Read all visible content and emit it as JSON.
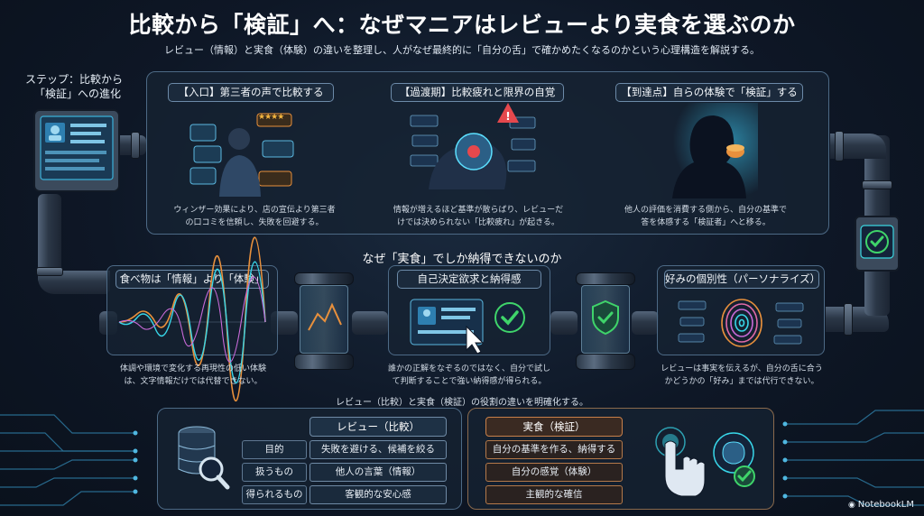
{
  "title": "比較から「検証」へ：なぜマニアはレビューより実食を選ぶのか",
  "subtitle": "レビュー（情報）と実食（体験）の違いを整理し、人がなぜ最終的に「自分の舌」で確かめたくなるのかという心理構造を解説する。",
  "side_label_lines": [
    "ステップ：比較から",
    "「検証」への進化"
  ],
  "steps": [
    {
      "title": "【入口】第三者の声で比較する",
      "desc_lines": [
        "ウィンザー効果により、店の宣伝より第三者",
        "の口コミを信頼し、失敗を回避する。"
      ]
    },
    {
      "title": "【過渡期】比較疲れと限界の自覚",
      "desc_lines": [
        "情報が増えるほど基準が散らばり、レビューだ",
        "けでは決められない「比較疲れ」が起きる。"
      ]
    },
    {
      "title": "【到達点】自らの体験で「検証」する",
      "desc_lines": [
        "他人の評価を消費する側から、自分の基準で",
        "答を体感する「検証者」へと移る。"
      ]
    }
  ],
  "why_heading": "なぜ「実食」でしか納得できないのか",
  "reasons": [
    {
      "title": "食べ物は「情報」より「体験」",
      "desc_lines": [
        "体調や環境で変化する再現性の低い体験",
        "は、文字情報だけでは代替できない。"
      ]
    },
    {
      "title": "自己決定欲求と納得感",
      "desc_lines": [
        "誰かの正解をなぞるのではなく、自分で試し",
        "て判断することで強い納得感が得られる。"
      ]
    },
    {
      "title": "好みの個別性（パーソナライズ）",
      "desc_lines": [
        "レビューは事実を伝えるが、自分の舌に合う",
        "かどうかの「好み」までは代行できない。"
      ]
    }
  ],
  "compare_heading": "レビュー（比較）と実食（検証）の役割の違いを明確化する。",
  "compare": {
    "review_header": "レビュー（比較）",
    "tasting_header": "実食（検証）",
    "rows": [
      {
        "label": "目的",
        "review": "失敗を避ける、候補を絞る",
        "tasting": "自分の基準を作る、納得する"
      },
      {
        "label": "扱うもの",
        "review": "他人の言葉（情報）",
        "tasting": "自分の感覚（体験）"
      },
      {
        "label": "得られるもの",
        "review": "客観的な安心感",
        "tasting": "主観的な確信"
      }
    ]
  },
  "card_stars": "★★★★",
  "watermark": "NotebookLM",
  "colors": {
    "accent_cyan": "#38d6e8",
    "accent_orange": "#e8903c",
    "check_green": "#3fd46a",
    "alert_red": "#e5484d",
    "panel_border": "#4d6a86"
  }
}
